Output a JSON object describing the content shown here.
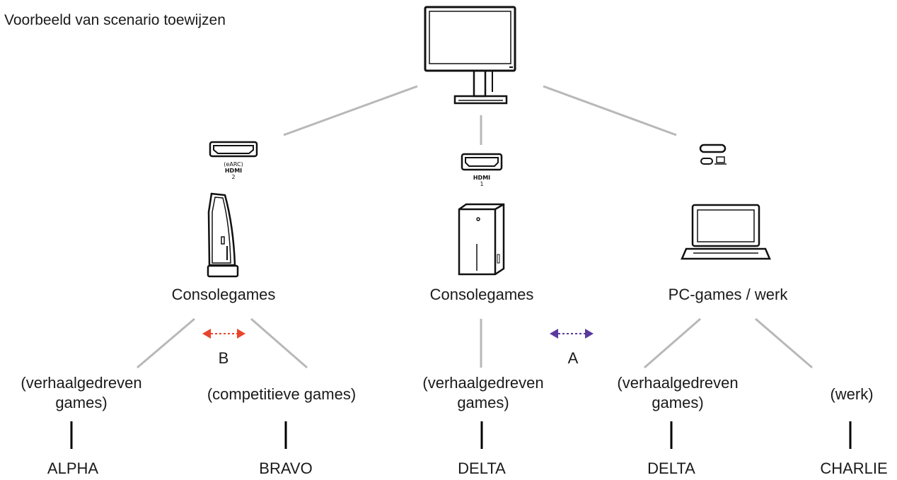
{
  "title": "Voorbeeld van scenario toewijzen",
  "colors": {
    "connector": "#b8b8b8",
    "tick": "#000000",
    "arrow_b": "#e8452c",
    "arrow_a": "#5b3a9e"
  },
  "ports": {
    "hdmi2": {
      "earc": "(eARC)",
      "brand": "HDMI",
      "num": "2",
      "icon": "hdmi-port-icon"
    },
    "hdmi1": {
      "brand": "HDMI",
      "num": "1",
      "icon": "hdmi-port-icon"
    },
    "usbc": {
      "icon": "usb-c-laptop-port-icon"
    }
  },
  "devices": [
    {
      "icon": "game-console-tower-icon",
      "label": "Consolegames"
    },
    {
      "icon": "game-console-box-icon",
      "label": "Consolegames"
    },
    {
      "icon": "laptop-icon",
      "label": "PC-games / werk"
    }
  ],
  "switches": {
    "b": "B",
    "a": "A"
  },
  "scenarios": [
    {
      "line1": "(verhaalgedreven",
      "line2": "games)",
      "mode": "ALPHA"
    },
    {
      "line1": "(competitieve games)",
      "mode": "BRAVO"
    },
    {
      "line1": "(verhaalgedreven",
      "line2": "games)",
      "mode": "DELTA"
    },
    {
      "line1": "(verhaalgedreven",
      "line2": "games)",
      "mode": "DELTA"
    },
    {
      "line1": "(werk)",
      "mode": "CHARLIE"
    }
  ]
}
